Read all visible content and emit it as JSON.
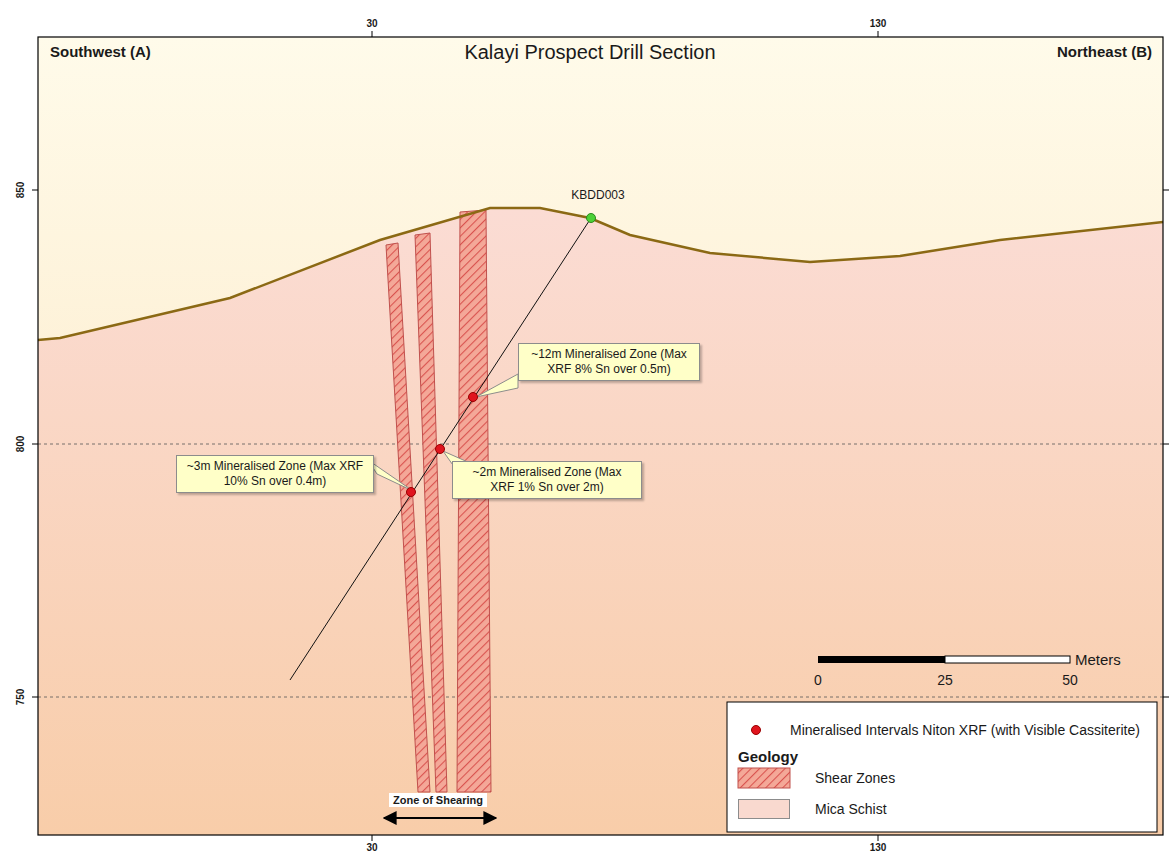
{
  "diagram": {
    "title": "Kalayi Prospect Drill Section",
    "nodes": [
      {
        "text": [
          "~12m Mineralised Zone (Max XRF 8% Sn over 0.5m)"
        ]
      },
      {
        "text": [
          "~3m Mineralised Zone (Max XRF 10% Sn over 0.4m)"
        ]
      },
      {
        "text": [
          "~2m Mineralised Zone (Max XRF 1% Sn over 2m)"
        ]
      },
      {
        "text": [
          "Zone of Shearing"
        ]
      }
    ],
    "labels": [
      "Southwest (A)",
      "Northeast (B)",
      "30",
      "130",
      "30",
      "130",
      "850",
      "800",
      "750",
      "KBDD003",
      "0",
      "25",
      "50",
      "Meters",
      "Geology"
    ],
    "legend": [
      {
        "text": "Mineralised Intervals Niton XRF (with Visible Cassiterite)"
      },
      {
        "text": "Shear Zones"
      },
      {
        "text": "Mica Schist",
        "color": "#f9d9cf"
      }
    ]
  }
}
